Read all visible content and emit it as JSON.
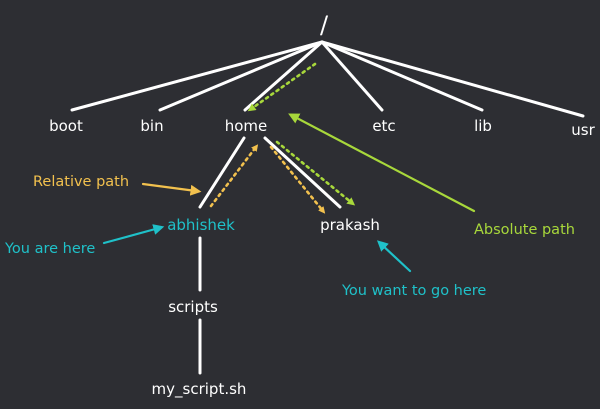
{
  "tree": {
    "root": "/",
    "dirs": {
      "boot": "boot",
      "bin": "bin",
      "home": "home",
      "etc": "etc",
      "lib": "lib",
      "usr": "usr",
      "abhishek": "abhishek",
      "prakash": "prakash",
      "scripts": "scripts",
      "my_script": "my_script.sh"
    }
  },
  "annotations": {
    "relative_path": "Relative path",
    "absolute_path": "Absolute path",
    "you_are_here": "You are here",
    "want_to_go": "You want to go here"
  },
  "colors": {
    "background": "#2d2e33",
    "node_text": "#ffffff",
    "tree_lines": "#ffffff",
    "relative": "#f2c14e",
    "absolute": "#a8d83b",
    "current_location": "#1fc1c9"
  }
}
